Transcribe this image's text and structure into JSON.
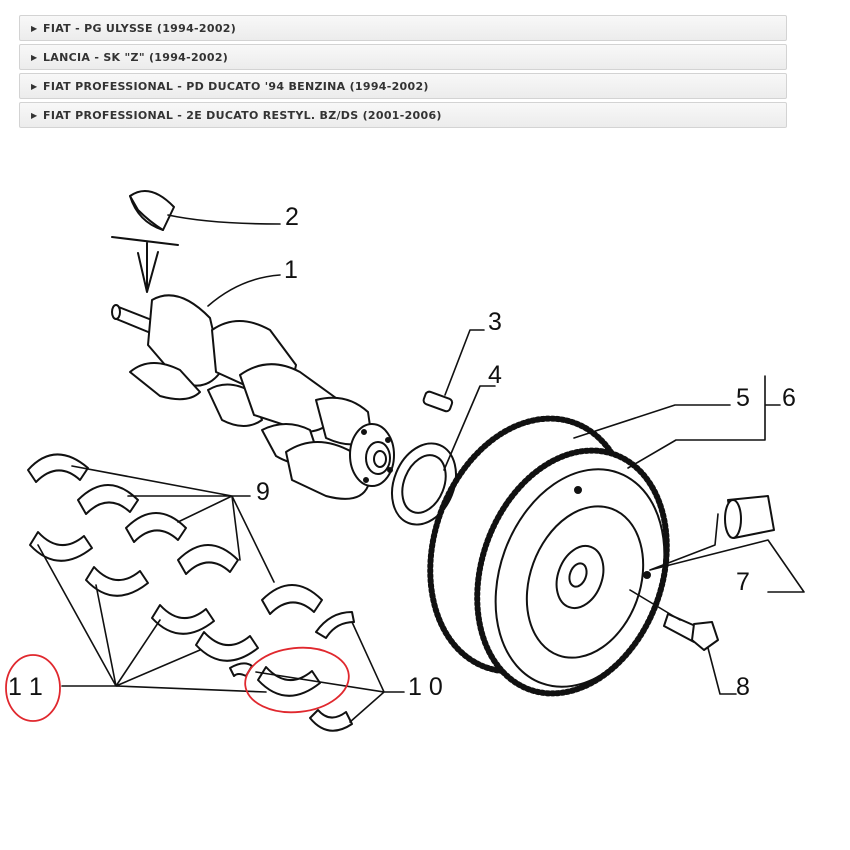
{
  "accordion": {
    "items": [
      {
        "label": "FIAT - PG ULYSSE (1994-2002)",
        "icon": "triangle-right"
      },
      {
        "label": "LANCIA - SK \"Z\" (1994-2002)",
        "icon": "triangle-right"
      },
      {
        "label": "FIAT PROFESSIONAL - PD DUCATO '94 BENZINA (1994-2002)",
        "icon": "triangle-right"
      },
      {
        "label": "FIAT PROFESSIONAL - 2E DUCATO RESTYL. BZ/DS (2001-2006)",
        "icon": "triangle-right"
      }
    ]
  },
  "diagram": {
    "callouts": {
      "c1": "1",
      "c2": "2",
      "c3": "3",
      "c4": "4",
      "c5": "5",
      "c6": "6",
      "c7": "7",
      "c8": "8",
      "c9": "9",
      "c10": "1 0",
      "c11": "1 1"
    },
    "highlight_color": "#e0282e",
    "line_color": "#111111"
  }
}
